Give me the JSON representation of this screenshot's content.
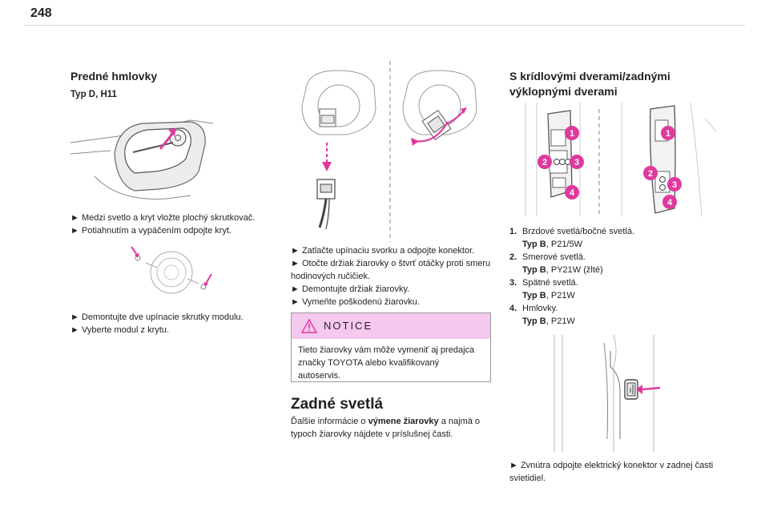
{
  "page": {
    "number": "248"
  },
  "col1": {
    "heading": "Predné hmlovky",
    "subheading": "Typ D, H11",
    "steps_a": [
      "Medzi svetlo a kryt vložte plochý skrutkovač.",
      "Potiahnutím a vypáčením odpojte kryt."
    ],
    "steps_b": [
      "Demontujte dve upínacie skrutky modulu.",
      "Vyberte modul z krytu."
    ]
  },
  "col2": {
    "steps": [
      "Zatlačte upínaciu svorku a odpojte konektor.",
      "Otočte držiak žiarovky o štvrť otáčky proti smeru hodinových ručičiek.",
      "Demontujte držiak žiarovky.",
      "Vymeňte poškodenú žiarovku."
    ],
    "notice": {
      "title": "NOTICE",
      "body": "Tieto žiarovky vám môže vymeniť aj predajca značky TOYOTA alebo kvalifikovaný autoservis."
    },
    "section_title": "Zadné svetlá",
    "section_text_before": "Ďalšie informácie o ",
    "section_text_bold": "výmene žiarovky",
    "section_text_after": " a najmä o typoch žiarovky nájdete v príslušnej časti."
  },
  "col3": {
    "heading_line1": "S krídlovými dverami/zadnými",
    "heading_line2": "výklopnými dverami",
    "callouts": [
      "1",
      "2",
      "3",
      "4"
    ],
    "items": [
      {
        "num": "1.",
        "label": "Brzdové svetlá/bočné svetlá.",
        "typ": "Typ B",
        "bulb": ", P21/5W"
      },
      {
        "num": "2.",
        "label": "Smerové svetlá.",
        "typ": "Typ B",
        "bulb": ", PY21W (žlté)"
      },
      {
        "num": "3.",
        "label": "Spätné svetlá.",
        "typ": "Typ B",
        "bulb": ", P21W"
      },
      {
        "num": "4.",
        "label": "Hmlovky.",
        "typ": "Typ B",
        "bulb": ", P21W"
      }
    ],
    "final_step": "Zvnútra odpojte elektrický konektor v zadnej časti svietidiel."
  },
  "colors": {
    "accent": "#e0399e",
    "notice_bg": "#f5c8ee",
    "line_art": "#7a7a7a"
  },
  "icons": [
    "warning-icon",
    "arrow-bullet-icon"
  ]
}
